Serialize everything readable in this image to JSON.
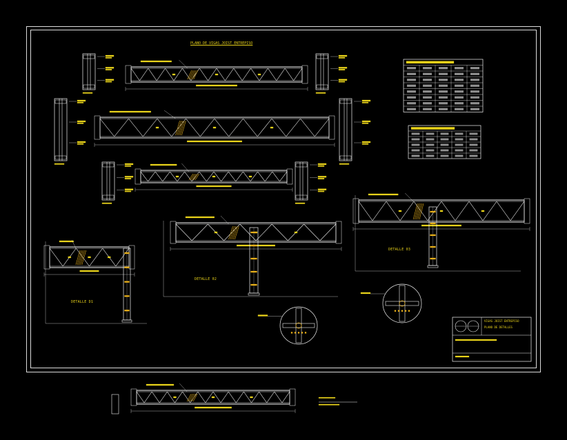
{
  "drawing": {
    "title": "PLANO DE VIGAS JOIST ENTREPISO",
    "detail_labels": [
      "DETALLE D1",
      "DETALLE 02",
      "DETALLE 03"
    ],
    "colors": {
      "background": "#000000",
      "frame": "#dcdcdc",
      "member": "#f2f2f2",
      "annotation": "#e8d21a",
      "hatch": "#e8b01a",
      "dimension": "#d8d8d8",
      "table_cell": "#8f8f8f"
    }
  },
  "title_block": {
    "lines": [
      "VIGAS JOIST ENTREPISO",
      "PLANO DE DETALLES"
    ]
  }
}
